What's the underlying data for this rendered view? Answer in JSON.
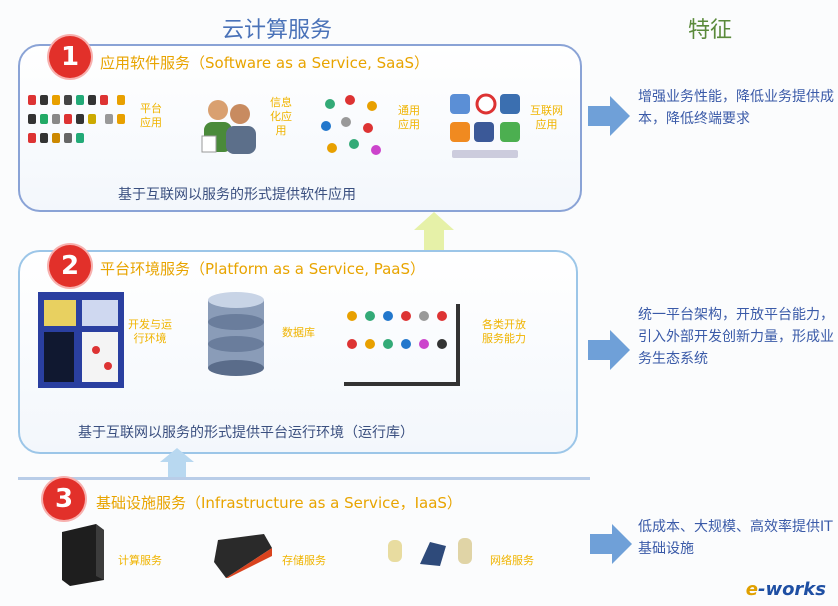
{
  "headers": {
    "services": "云计算服务",
    "features": "特征"
  },
  "saas": {
    "number": "1",
    "title": "应用软件服务（Software as a Service, SaaS）",
    "labels": [
      "平台\n应用",
      "信息\n化应\n用",
      "通用\n应用",
      "互联网\n应用"
    ],
    "description": "基于互联网以服务的形式提供软件应用",
    "feature": "增强业务性能，降低业务提供成本，降低终端要求"
  },
  "paas": {
    "number": "2",
    "title": "平台环境服务（Platform as a Service, PaaS）",
    "labels": [
      "开发与运\n行环境",
      "数据库",
      "各类开放\n服务能力"
    ],
    "description": "基于互联网以服务的形式提供平台运行环境（运行库）",
    "feature": "统一平台架构，开放平台能力，引入外部开发创新力量，形成业务生态系统"
  },
  "iaas": {
    "number": "3",
    "title": "基础设施服务（Infrastructure as a Service，IaaS）",
    "labels": [
      "计算服务",
      "存储服务",
      "网络服务"
    ],
    "feature": "低成本、大规模、高效率提供IT基础设施"
  },
  "watermark": {
    "prefix": "e",
    "suffix": "-works"
  },
  "colors": {
    "accent": "#4a72b8",
    "badge": "#e2302a",
    "title": "#e8a400",
    "arrow": "#6fa0d8"
  }
}
